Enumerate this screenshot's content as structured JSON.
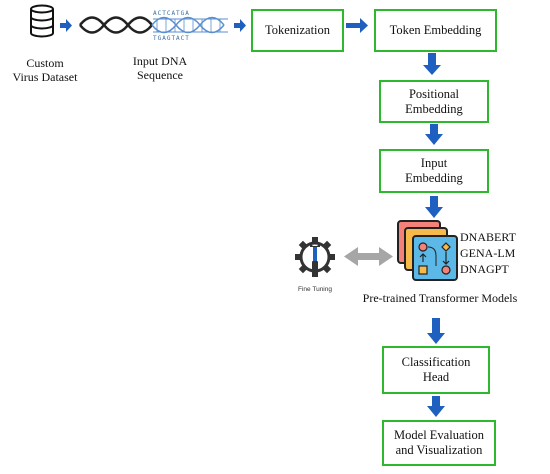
{
  "labels": {
    "dataset_line1": "Custom",
    "dataset_line2": "Virus Dataset",
    "dna_line1": "Input DNA",
    "dna_line2": "Sequence",
    "dna_top_letters": "ACTCATGA",
    "dna_bottom_letters": "TGAGTACT",
    "fine_tuning": "Fine Tuning",
    "pretrained": "Pre-trained Transformer Models"
  },
  "boxes": {
    "tokenization": "Tokenization",
    "token_embedding": "Token Embedding",
    "positional_line1": "Positional",
    "positional_line2": "Embedding",
    "input_line1": "Input",
    "input_line2": "Embedding",
    "classification_line1": "Classification",
    "classification_line2": "Head",
    "evaluation_line1": "Model Evaluation",
    "evaluation_line2": "and Visualization"
  },
  "models": [
    "DNABERT",
    "GENA-LM",
    "DNAGPT"
  ],
  "colors": {
    "box_border": "#2eb82e",
    "arrow": "#1f5fbf",
    "double_arrow": "#a6a6a6"
  },
  "icons": {
    "dataset": "database-icon",
    "dna": "dna-helix-icon",
    "fine_tuning": "gear-wrench-icon",
    "models": "transformer-layers-icon"
  }
}
